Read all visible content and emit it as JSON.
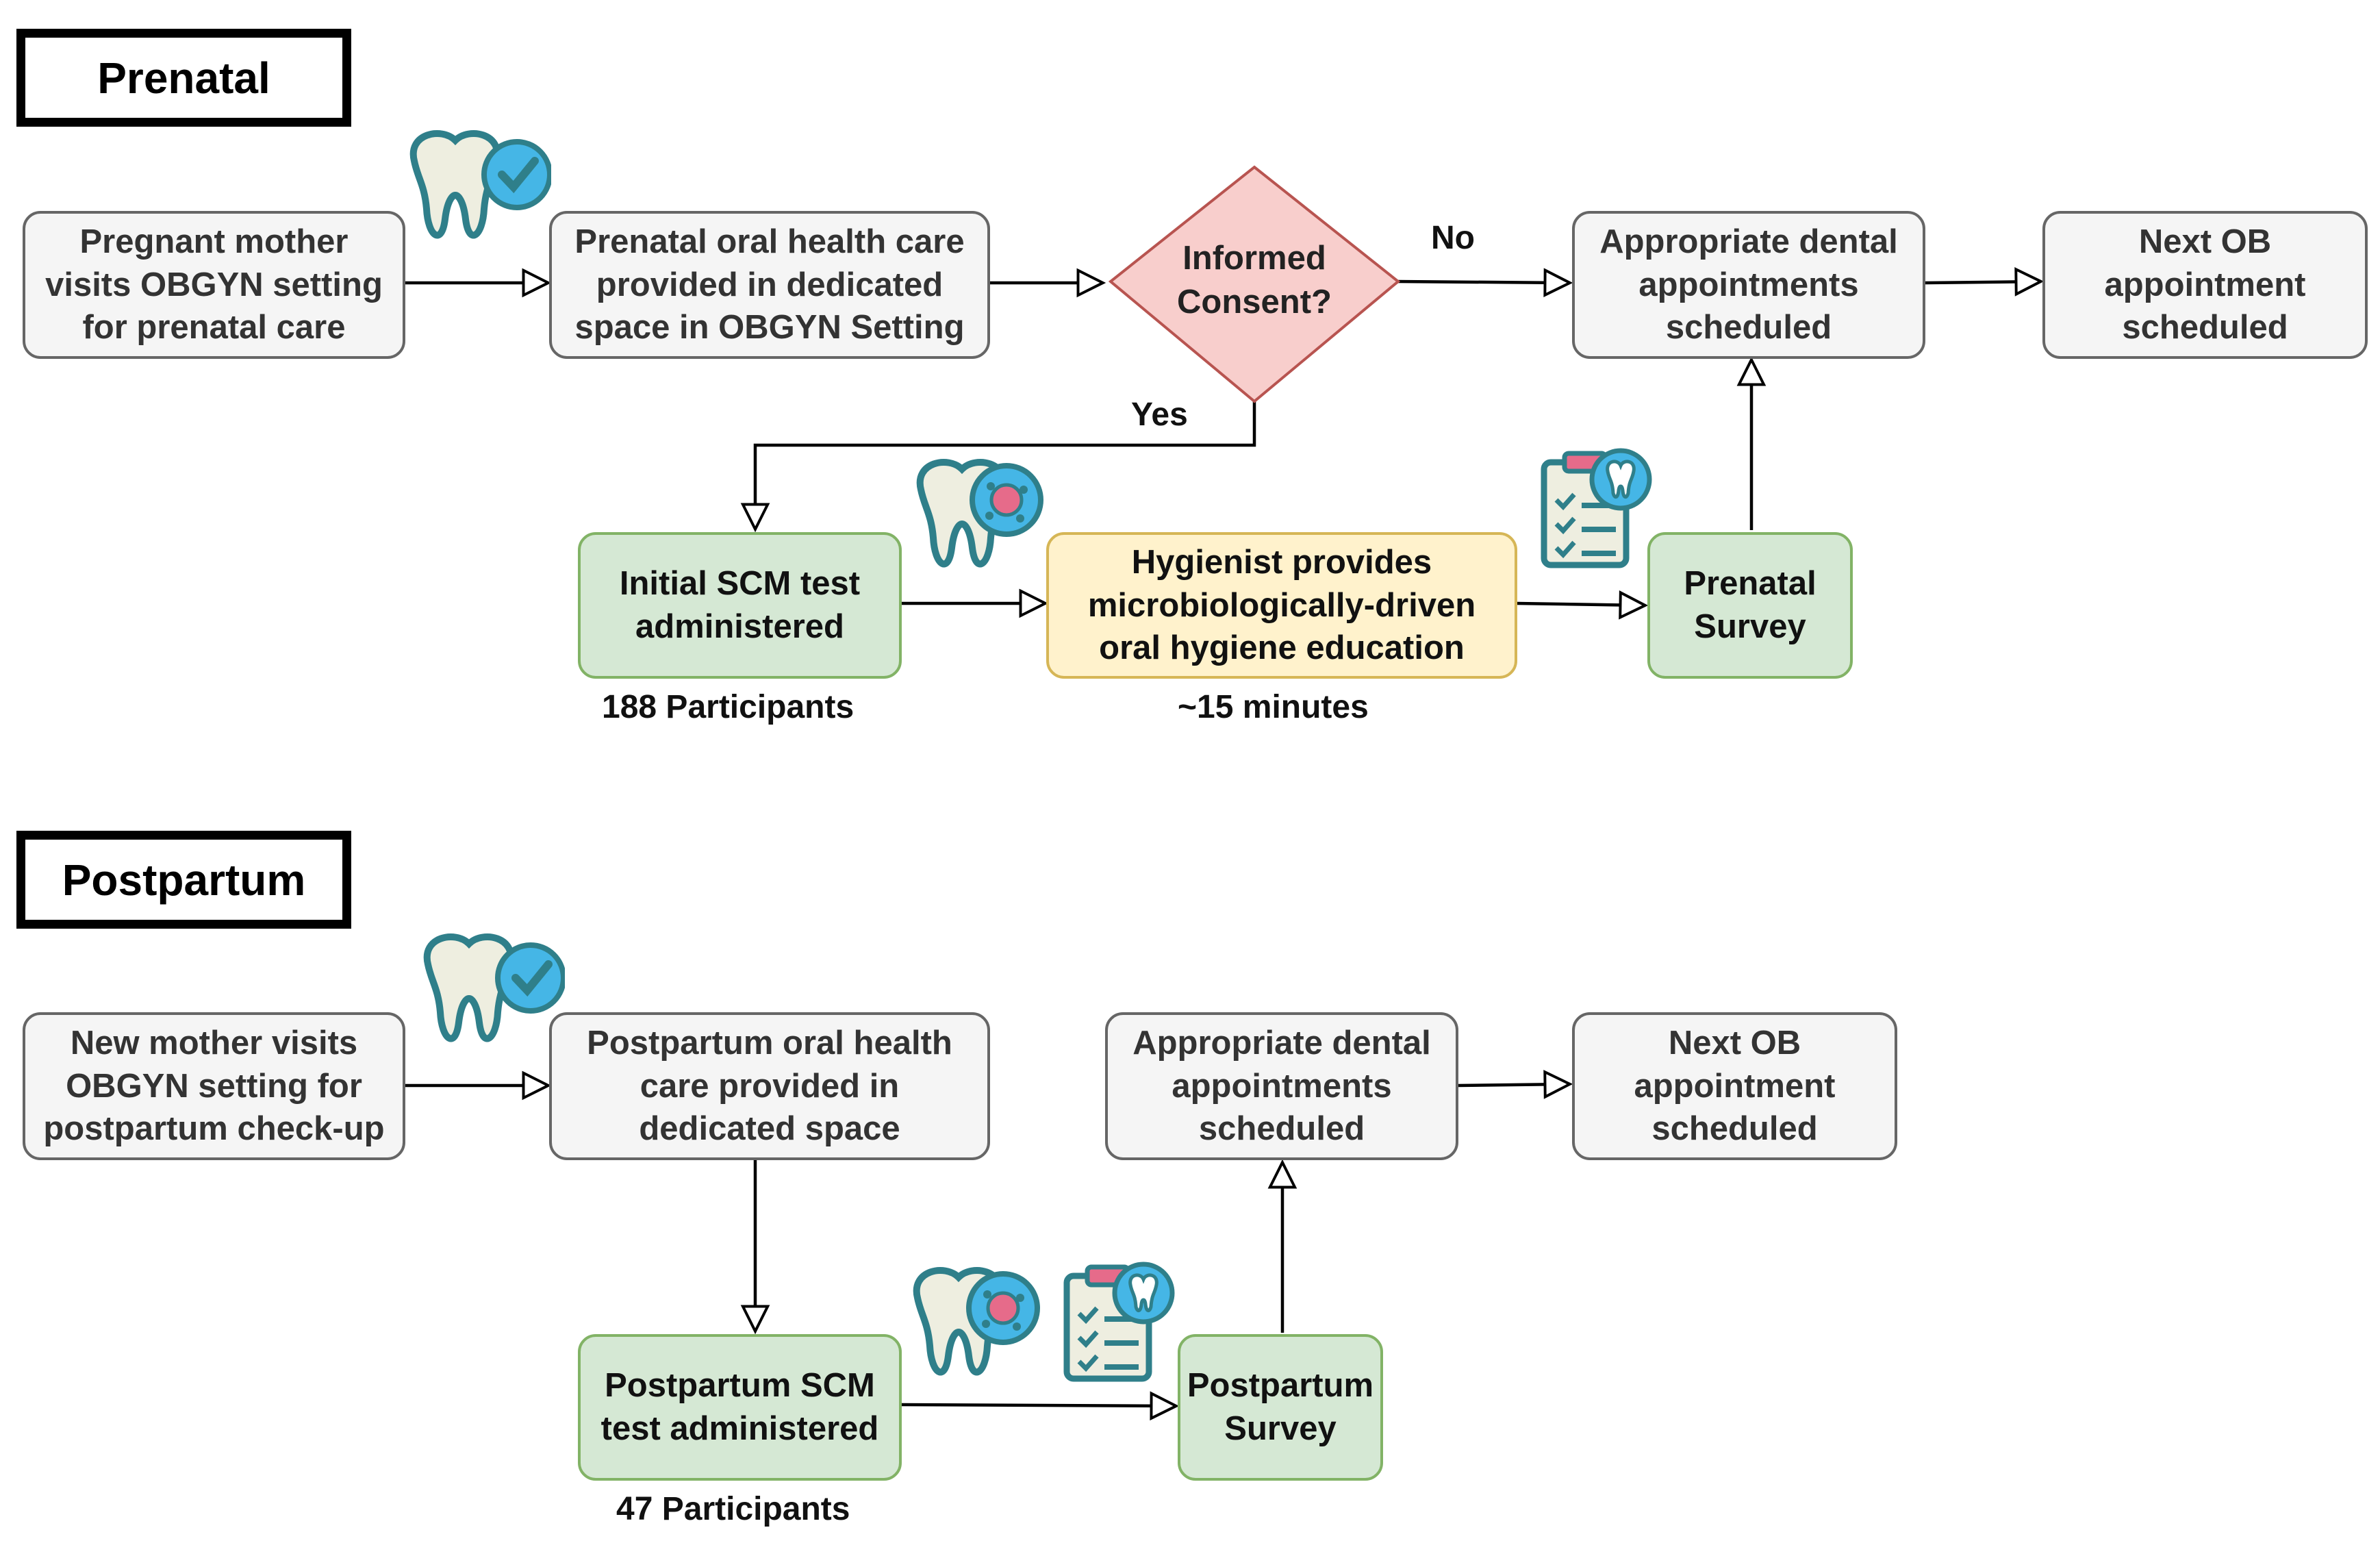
{
  "colors": {
    "gray_fill": "#f5f5f5",
    "gray_stroke": "#666666",
    "green_fill": "#d5e8d4",
    "green_stroke": "#82b366",
    "yellow_fill": "#fff2cc",
    "yellow_stroke": "#d6b656",
    "decision_fill": "#f8cecc",
    "decision_stroke": "#b85450",
    "icon_teal": "#2f7f8a",
    "icon_light_blue": "#45b6e6",
    "icon_pink": "#e66b8a"
  },
  "prenatal": {
    "title": "Prenatal",
    "pregnant_mother": "Pregnant mother\nvisits OBGYN setting\nfor prenatal care",
    "oral_health_care": "Prenatal oral health care\nprovided in dedicated\nspace in OBGYN Setting",
    "informed_consent": "Informed\nConsent?",
    "no_label": "No",
    "yes_label": "Yes",
    "dental_appointments": "Appropriate dental\nappointments\nscheduled",
    "next_ob": "Next OB\nappointment\nscheduled",
    "initial_scm": "Initial SCM test\nadministered",
    "participants": "188 Participants",
    "hygienist": "Hygienist provides\nmicrobiologically-driven\noral hygiene education",
    "duration": "~15 minutes",
    "survey": "Prenatal\nSurvey"
  },
  "postpartum": {
    "title": "Postpartum",
    "new_mother": "New mother visits\nOBGYN setting for\npostpartum check-up",
    "oral_health_care": "Postpartum oral health\ncare provided in\ndedicated space",
    "dental_appointments": "Appropriate dental\nappointments\nscheduled",
    "next_ob": "Next OB\nappointment\nscheduled",
    "scm_test": "Postpartum SCM\ntest administered",
    "participants": "47 Participants",
    "survey": "Postpartum\nSurvey"
  },
  "icons": [
    "tooth-check-icon",
    "tooth-bacteria-icon",
    "clipboard-tooth-icon"
  ]
}
